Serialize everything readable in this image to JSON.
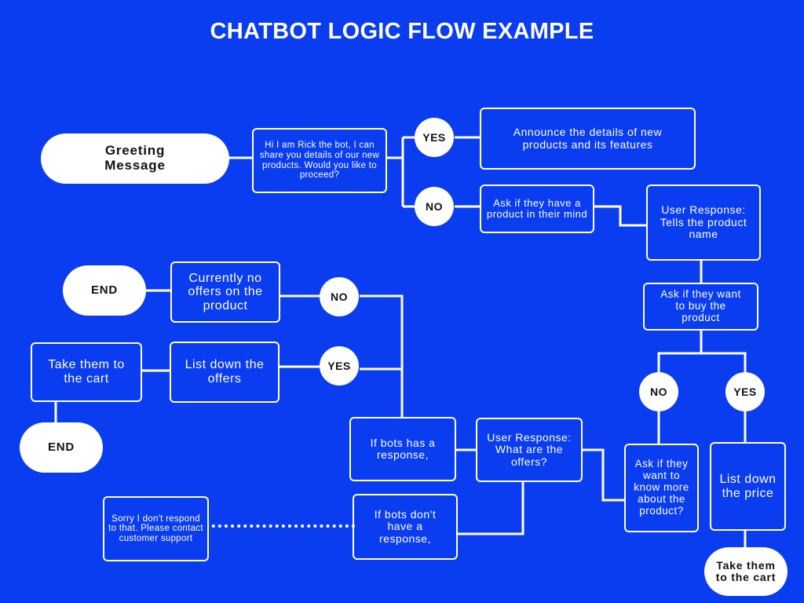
{
  "title": "CHATBOT LOGIC FLOW EXAMPLE",
  "nodes": {
    "greeting": "Greeting Message",
    "intro": "Hi I am Rick the bot, I can share you details of our new products. Would you like to proceed?",
    "yes_1": "YES",
    "no_1": "NO",
    "announce": "Announce the details of new products and its features",
    "ask_product_mind": "Ask if they have a product in their mind",
    "user_tells_name": "User Response: Tells the product name",
    "ask_buy": "Ask if they want to buy the product",
    "no_2": "NO",
    "yes_2": "YES",
    "ask_know_more": "Ask if they want to know more about the product?",
    "list_price": "List down the price",
    "take_cart_right": "Take them to the cart",
    "user_offers": "User Response: What are the offers?",
    "bot_has_response": "If bots has a response,",
    "bot_no_response": "If bots don't have a response,",
    "sorry": "Sorry I don't respond to that. Please contact customer support",
    "no_3": "NO",
    "yes_3": "YES",
    "no_offers": "Currently no offers on the product",
    "list_offers": "List down the offers",
    "take_cart_left": "Take them to the cart",
    "end_top": "END",
    "end_bottom": "END"
  },
  "colors": {
    "background": "#0a3cf0",
    "line": "#ffffff",
    "node_fill": "#ffffff"
  }
}
